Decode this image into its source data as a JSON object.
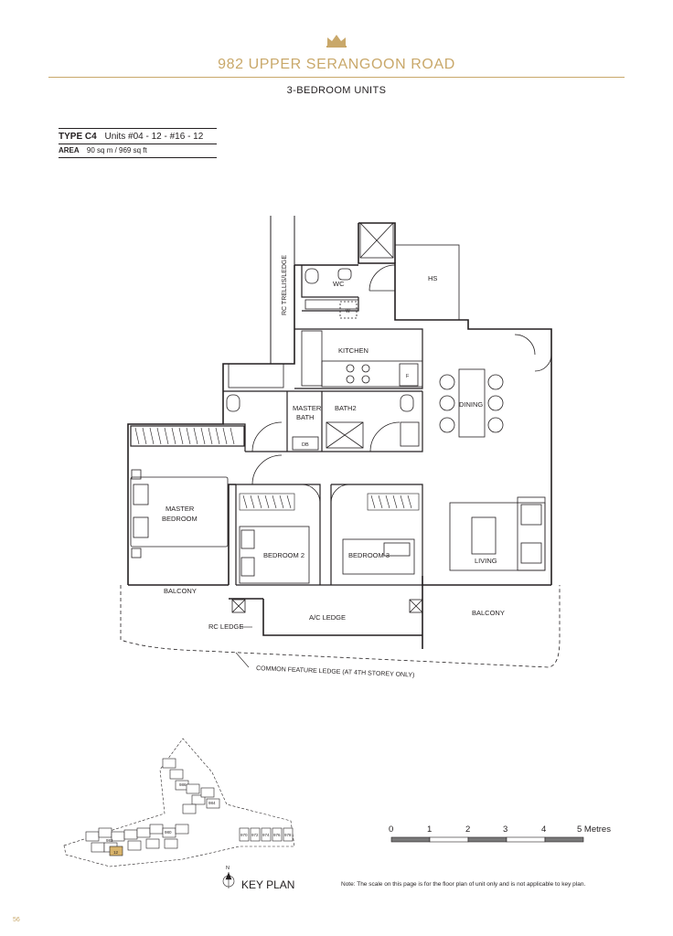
{
  "header": {
    "icon": "crown-icon",
    "project_title": "982 UPPER SERANGOON ROAD",
    "unit_category": "3-BEDROOM UNITS"
  },
  "spec": {
    "type_label": "TYPE C4",
    "units": "Units #04 - 12 - #16 - 12",
    "area_label": "AREA",
    "area_value": "90 sq m / 969 sq ft"
  },
  "rooms": {
    "trellis": "RC TRELLIS/LEDGE",
    "wc": "WC",
    "w": "W",
    "hs": "HS",
    "kitchen": "KITCHEN",
    "f": "F",
    "dining": "DINING",
    "master_bath_1": "MASTER",
    "master_bath_2": "BATH",
    "bath2": "BATH2",
    "db": "DB",
    "master_bedroom_1": "MASTER",
    "master_bedroom_2": "BEDROOM",
    "bedroom2": "BEDROOM 2",
    "bedroom3": "BEDROOM 3",
    "living": "LIVING",
    "balcony_left": "BALCONY",
    "balcony_right": "BALCONY",
    "ac_ledge": "A/C LEDGE",
    "rc_ledge": "RC LEDGE",
    "common_ledge": "COMMON FEATURE LEDGE (AT 4TH STOREY ONLY)"
  },
  "key_plan": {
    "label": "KEY PLAN",
    "north": "N",
    "blocks": [
      "970",
      "972",
      "974",
      "976",
      "978",
      "980",
      "982",
      "984",
      "986"
    ],
    "highlight": "12"
  },
  "scale": {
    "ticks": [
      "0",
      "1",
      "2",
      "3",
      "4",
      "5 Metres"
    ]
  },
  "note": "Note: The scale on this page is for the floor plan of unit only and is not applicable to key plan.",
  "page_number": "56",
  "colors": {
    "accent": "#c9a86a",
    "ink": "#231f20",
    "highlight": "#d9b46b"
  }
}
